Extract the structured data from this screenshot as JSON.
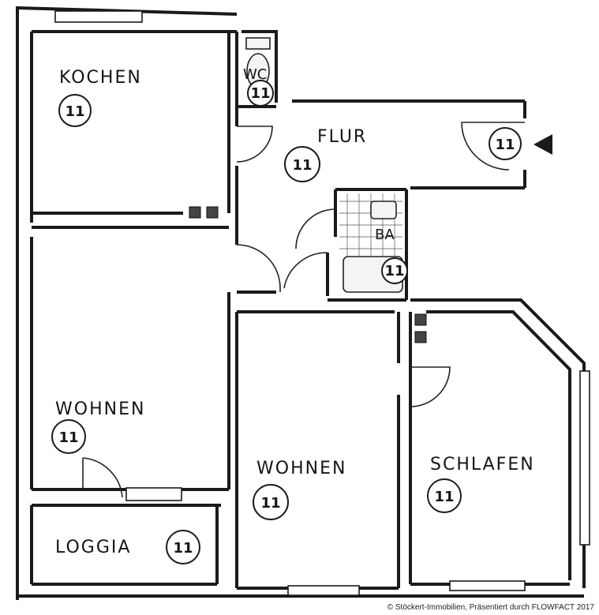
{
  "rooms": {
    "kochen": {
      "name": "KOCHEN",
      "badge": "11"
    },
    "wc": {
      "name": "WC",
      "badge": "11"
    },
    "flur": {
      "name": "FLUR",
      "badge": "11"
    },
    "entrance": {
      "badge": "11"
    },
    "bad": {
      "name": "BA",
      "badge": "11"
    },
    "wohnen_left": {
      "name": "WOHNEN",
      "badge": "11"
    },
    "wohnen_center": {
      "name": "WOHNEN",
      "badge": "11"
    },
    "schlafen": {
      "name": "SCHLAFEN",
      "badge": "11"
    },
    "loggia": {
      "name": "LOGGIA",
      "badge": "11"
    }
  },
  "copyright": "© Stöckert-Immobilien, Präsentiert durch FLOWFACT 2017"
}
